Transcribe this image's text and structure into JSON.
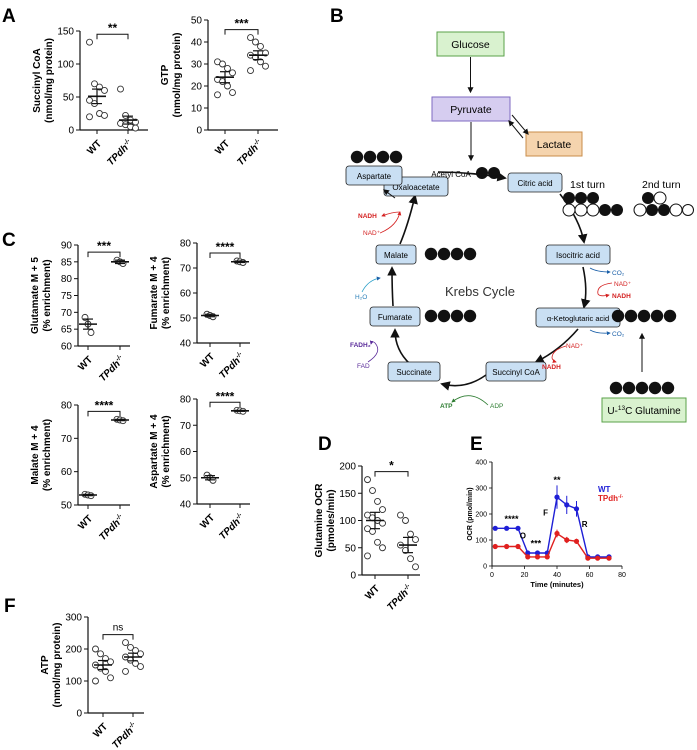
{
  "panels": {
    "A": "A",
    "B": "B",
    "C": "C",
    "D": "D",
    "E": "E",
    "F": "F"
  },
  "colors": {
    "wt": "#1f1fd6",
    "ko": "#e0201f",
    "glucose_box": "#d9f2cf",
    "pyruvate_box": "#d6cdf0",
    "lactate_box": "#f5d4ae",
    "metabolite_box": "#c9dff3",
    "glutamine_box": "#d9f2cf",
    "nadh": "#d42020",
    "co2": "#1a5fa8",
    "fadh": "#5a2b9a",
    "atp": "#2e7d32"
  },
  "group_labels": {
    "wt": "WT",
    "ko": "TPdh",
    "ko_sup": "-/-"
  },
  "chart_data": [
    {
      "id": "A1",
      "type": "scatter",
      "title": "",
      "ylabel": "Succinyl CoA (nmol/mg protein)",
      "ylabel_lines": [
        "Succinyl CoA",
        "(nmol/mg protein)"
      ],
      "categories": [
        "WT",
        "TPdh-/-"
      ],
      "ylim": [
        0,
        150
      ],
      "yticks": [
        0,
        50,
        100,
        150
      ],
      "series": [
        {
          "category": "WT",
          "mean": 51,
          "sem": 11,
          "points": [
            133,
            70,
            65,
            60,
            45,
            40,
            25,
            22,
            20
          ]
        },
        {
          "category": "TPdh-/-",
          "mean": 15,
          "sem": 6,
          "points": [
            62,
            22,
            15,
            12,
            10,
            8,
            5,
            3
          ]
        }
      ],
      "significance": "**"
    },
    {
      "id": "A2",
      "type": "scatter",
      "title": "",
      "ylabel": "GTP (nmol/mg protein)",
      "ylabel_lines": [
        "GTP",
        "(nmol/mg protein)"
      ],
      "categories": [
        "WT",
        "TPdh-/-"
      ],
      "ylim": [
        0,
        50
      ],
      "yticks": [
        0,
        10,
        20,
        30,
        40,
        50
      ],
      "series": [
        {
          "category": "WT",
          "mean": 24,
          "sem": 2.5,
          "points": [
            31,
            30,
            28,
            26,
            23,
            22,
            20,
            17,
            16
          ]
        },
        {
          "category": "TPdh-/-",
          "mean": 34,
          "sem": 2,
          "points": [
            42,
            40,
            38,
            35,
            34,
            33,
            31,
            29,
            27
          ]
        }
      ],
      "significance": "***"
    },
    {
      "id": "C1",
      "type": "scatter",
      "ylabel": "Glutamate M + 5 (% enrichment)",
      "ylabel_lines": [
        "Glutamate M + 5",
        "(% enrichment)"
      ],
      "categories": [
        "WT",
        "TPdh-/-"
      ],
      "ylim": [
        60,
        90
      ],
      "yticks": [
        60,
        65,
        70,
        75,
        80,
        85,
        90
      ],
      "series": [
        {
          "category": "WT",
          "mean": 66.5,
          "sem": 1.5,
          "points": [
            68.5,
            66.5,
            64
          ]
        },
        {
          "category": "TPdh-/-",
          "mean": 85,
          "sem": 0.5,
          "points": [
            85.5,
            85,
            84.5
          ]
        }
      ],
      "significance": "***"
    },
    {
      "id": "C2",
      "type": "scatter",
      "ylabel": "Fumarate M + 4 (% enrichment)",
      "ylabel_lines": [
        "Fumarate M + 4",
        "(% enrichment)"
      ],
      "categories": [
        "WT",
        "TPdh-/-"
      ],
      "ylim": [
        40,
        80
      ],
      "yticks": [
        40,
        50,
        60,
        70,
        80
      ],
      "series": [
        {
          "category": "WT",
          "mean": 51,
          "sem": 0.5,
          "points": [
            51.5,
            51,
            50.5
          ]
        },
        {
          "category": "TPdh-/-",
          "mean": 72.5,
          "sem": 0.3,
          "points": [
            72.8,
            72.5,
            72.2
          ]
        }
      ],
      "significance": "****"
    },
    {
      "id": "C3",
      "type": "scatter",
      "ylabel": "Malate M + 4 (% enrichment)",
      "ylabel_lines": [
        "Malate M + 4",
        "(% enrichment)"
      ],
      "categories": [
        "WT",
        "TPdh-/-"
      ],
      "ylim": [
        50,
        80
      ],
      "yticks": [
        50,
        60,
        70,
        80
      ],
      "series": [
        {
          "category": "WT",
          "mean": 53,
          "sem": 0.2,
          "points": [
            53.2,
            53,
            52.8
          ]
        },
        {
          "category": "TPdh-/-",
          "mean": 75.5,
          "sem": 0.2,
          "points": [
            75.7,
            75.5,
            75.3
          ]
        }
      ],
      "significance": "****"
    },
    {
      "id": "C4",
      "type": "scatter",
      "ylabel": "Aspartate M + 4 (% enrichment)",
      "ylabel_lines": [
        "Aspartate M + 4",
        "(% enrichment)"
      ],
      "categories": [
        "WT",
        "TPdh-/-"
      ],
      "ylim": [
        40,
        80
      ],
      "yticks": [
        40,
        50,
        60,
        70,
        80
      ],
      "series": [
        {
          "category": "WT",
          "mean": 50,
          "sem": 0.8,
          "points": [
            51,
            50,
            49
          ]
        },
        {
          "category": "TPdh-/-",
          "mean": 75.5,
          "sem": 0.2,
          "points": [
            75.7,
            75.5,
            75.3
          ]
        }
      ],
      "significance": "****"
    },
    {
      "id": "D",
      "type": "scatter",
      "ylabel": "Glutamine OCR (pmoles/min)",
      "ylabel_lines": [
        "Glutamine OCR",
        "(pmoles/min)"
      ],
      "categories": [
        "WT",
        "TPdh-/-"
      ],
      "ylim": [
        0,
        200
      ],
      "yticks": [
        0,
        50,
        100,
        150,
        200
      ],
      "series": [
        {
          "category": "WT",
          "mean": 100,
          "sem": 15,
          "points": [
            175,
            155,
            135,
            120,
            110,
            105,
            100,
            95,
            85,
            80,
            60,
            50,
            35
          ]
        },
        {
          "category": "TPdh-/-",
          "mean": 55,
          "sem": 14,
          "points": [
            110,
            100,
            75,
            65,
            55,
            45,
            30,
            15
          ]
        }
      ],
      "significance": "*"
    },
    {
      "id": "E",
      "type": "line",
      "xlabel": "Time (minutes)",
      "ylabel": "OCR (pmol/min)",
      "xlim": [
        0,
        80
      ],
      "xticks": [
        0,
        20,
        40,
        60,
        80
      ],
      "ylim": [
        0,
        400
      ],
      "yticks": [
        0,
        100,
        200,
        300,
        400
      ],
      "x": [
        2,
        9,
        16,
        22,
        28,
        34,
        40,
        46,
        52,
        59,
        65,
        72
      ],
      "series": [
        {
          "name": "WT",
          "values": [
            145,
            145,
            145,
            50,
            50,
            50,
            265,
            235,
            220,
            35,
            35,
            35
          ],
          "err": [
            8,
            8,
            8,
            6,
            6,
            6,
            45,
            35,
            30,
            5,
            5,
            5
          ]
        },
        {
          "name": "TPdh-/-",
          "values": [
            75,
            75,
            75,
            35,
            35,
            35,
            125,
            100,
            95,
            30,
            30,
            30
          ],
          "err": [
            6,
            6,
            6,
            5,
            5,
            5,
            15,
            12,
            10,
            5,
            5,
            5
          ]
        }
      ],
      "annotations": [
        {
          "text": "****",
          "x": 12,
          "y": 170
        },
        {
          "text": "O",
          "x": 19,
          "y": 105
        },
        {
          "text": "***",
          "x": 27,
          "y": 75
        },
        {
          "text": "**",
          "x": 40,
          "y": 320
        },
        {
          "text": "F",
          "x": 33,
          "y": 195
        },
        {
          "text": "R",
          "x": 57,
          "y": 150
        }
      ],
      "legend": [
        "WT",
        "TPdh-/-"
      ],
      "legend_position": "top-right"
    },
    {
      "id": "F",
      "type": "scatter",
      "ylabel": "ATP (nmol/mg protein)",
      "ylabel_lines": [
        "ATP",
        "(nmol/mg protein)"
      ],
      "categories": [
        "WT",
        "TPdh-/-"
      ],
      "ylim": [
        0,
        300
      ],
      "yticks": [
        0,
        100,
        200,
        300
      ],
      "series": [
        {
          "category": "WT",
          "mean": 150,
          "sem": 14,
          "points": [
            200,
            185,
            170,
            160,
            150,
            140,
            130,
            110,
            100
          ]
        },
        {
          "category": "TPdh-/-",
          "mean": 175,
          "sem": 12,
          "points": [
            220,
            205,
            195,
            185,
            175,
            165,
            155,
            145,
            130
          ]
        }
      ],
      "significance": "ns"
    }
  ],
  "diagram": {
    "glucose": "Glucose",
    "pyruvate": "Pyruvate",
    "lactate": "Lactate",
    "acetyl_coa": "Acetyl CoA",
    "citric_acid": "Citric acid",
    "isocitric_acid": "Isocitric acid",
    "akg": "α-Ketoglutaric acid",
    "succinyl_coa": "Succinyl CoA",
    "succinate": "Succinate",
    "fumarate": "Fumarate",
    "malate": "Malate",
    "oxaloacetate": "Oxaloacetate",
    "aspartate": "Aspartate",
    "krebs": "Krebs Cycle",
    "first_turn": "1st turn",
    "second_turn": "2nd turn",
    "glutamine_prefix": "U-",
    "glutamine_sup": "13",
    "glutamine_suffix": "C Glutamine",
    "nadh": "NADH",
    "nad": "NAD⁺",
    "co2": "CO₂",
    "fadh2": "FADH₂",
    "fad": "FAD",
    "atp": "ATP",
    "adp": "ADP",
    "h2o": "H₂O"
  }
}
